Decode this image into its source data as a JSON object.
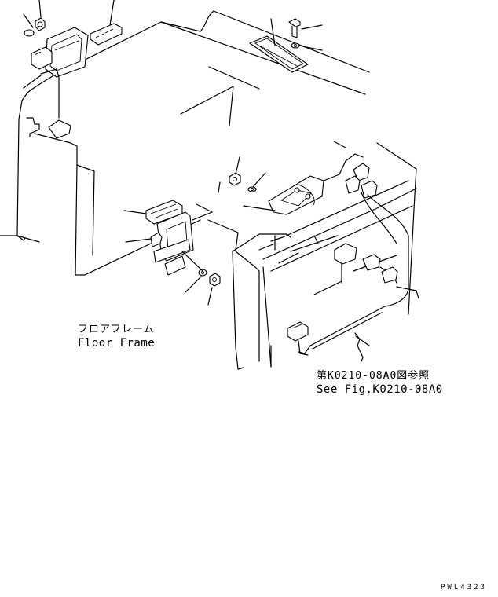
{
  "labels": {
    "floor_frame_jp": "フロアフレーム",
    "floor_frame_en": "Floor Frame",
    "see_fig_jp": "第K0210-08A0図参照",
    "see_fig_en": "See Fig.K0210-08A0"
  },
  "drawing_code": "PWL4323",
  "colors": {
    "line": "#000000",
    "background": "#ffffff"
  }
}
